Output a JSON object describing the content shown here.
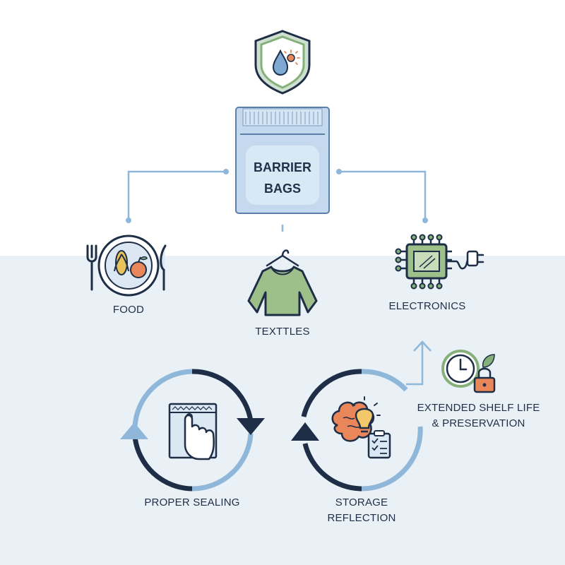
{
  "center": {
    "line1": "BARRIER",
    "line2": "BAGS",
    "icon": "shield-water-sun-icon"
  },
  "applications": [
    {
      "label": "FOOD",
      "icon": "plate-fork-knife-icon"
    },
    {
      "label": "TEXTTLES",
      "icon": "sweater-hanger-icon"
    },
    {
      "label": "ELECTRONICS",
      "icon": "chip-plug-icon"
    }
  ],
  "cycles": [
    {
      "label": "PROPER SEALING",
      "icon": "hand-seal-bag-icon"
    },
    {
      "line1": "STORAGE",
      "line2": "REFLECTION",
      "icon": "brain-bulb-checklist-icon"
    }
  ],
  "outcome": {
    "line1": "EXTENDED SHELF LIFE",
    "line2": "& PRESERVATION",
    "icon": "clock-lock-leaf-icon"
  },
  "colors": {
    "navy": "#1e2e47",
    "light_blue": "#8fb7d9",
    "green": "#86b07a",
    "orange": "#e9865a",
    "band": "#e9f0f6"
  }
}
